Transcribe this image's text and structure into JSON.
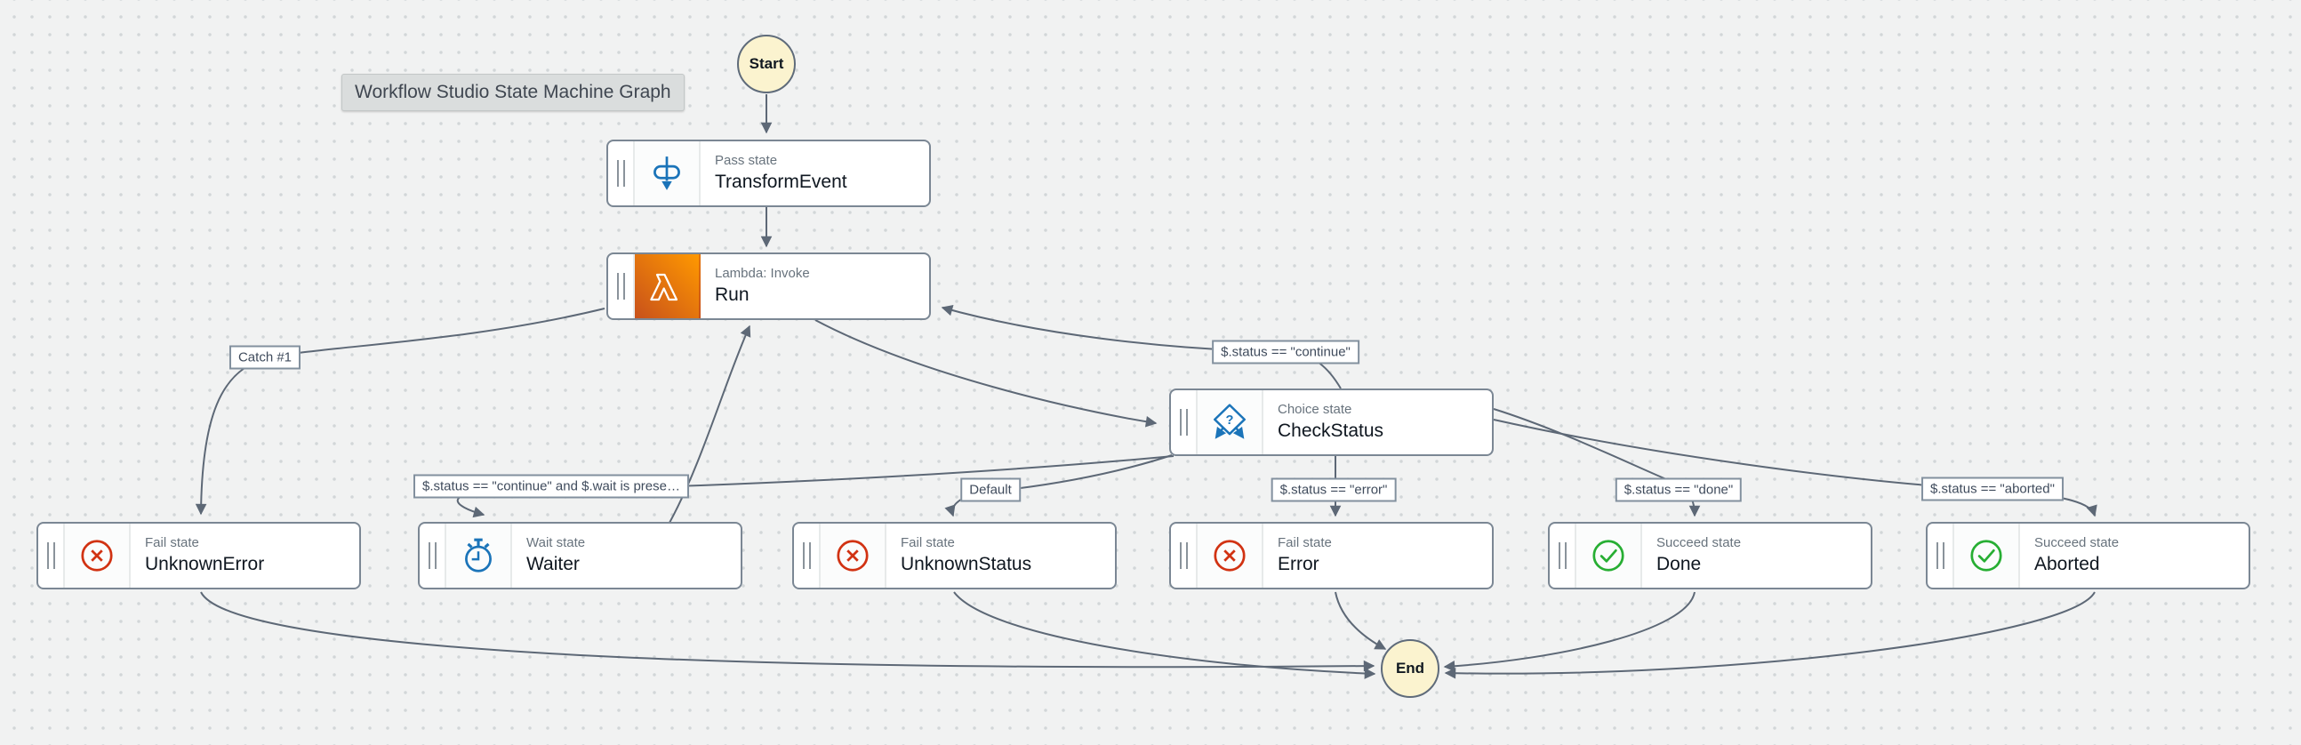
{
  "tooltip": {
    "text": "Workflow Studio State Machine Graph"
  },
  "terminals": {
    "start": "Start",
    "end": "End"
  },
  "nodes": [
    {
      "type_label": "Pass state",
      "name": "TransformEvent",
      "icon": "pass-icon"
    },
    {
      "type_label": "Lambda: Invoke",
      "name": "Run",
      "icon": "lambda-icon"
    },
    {
      "type_label": "Choice state",
      "name": "CheckStatus",
      "icon": "choice-icon"
    },
    {
      "type_label": "Fail state",
      "name": "UnknownError",
      "icon": "fail-icon"
    },
    {
      "type_label": "Wait state",
      "name": "Waiter",
      "icon": "wait-icon"
    },
    {
      "type_label": "Fail state",
      "name": "UnknownStatus",
      "icon": "fail-icon"
    },
    {
      "type_label": "Fail state",
      "name": "Error",
      "icon": "fail-icon"
    },
    {
      "type_label": "Succeed state",
      "name": "Done",
      "icon": "succeed-icon"
    },
    {
      "type_label": "Succeed state",
      "name": "Aborted",
      "icon": "succeed-icon"
    }
  ],
  "edge_labels": [
    {
      "text": "Catch #1"
    },
    {
      "text": "$.status == \"continue\""
    },
    {
      "text": "$.status == \"continue\" and $.wait is prese…"
    },
    {
      "text": "Default"
    },
    {
      "text": "$.status == \"error\""
    },
    {
      "text": "$.status == \"done\""
    },
    {
      "text": "$.status == \"aborted\""
    }
  ],
  "colors": {
    "canvas_bg": "#f1f2f2",
    "dot_grid": "#d2d6d8",
    "edge": "#5d6876",
    "node_border": "#7b8794",
    "terminal_fill": "#fbf3cf",
    "lambda_gradient_start": "#c8511b",
    "lambda_gradient_end": "#ff9900",
    "state_blue": "#1b74b9",
    "fail_red": "#d13212",
    "succeed_green": "#27ae33"
  }
}
